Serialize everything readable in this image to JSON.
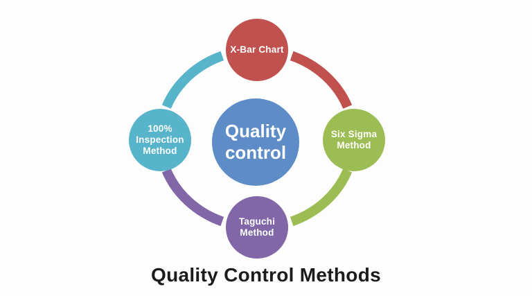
{
  "title": "Quality Control Methods",
  "title_color": "#1c1c1c",
  "background": "#fdfdfd",
  "text_color": "#ffffff",
  "center_node": {
    "id": "quality-control",
    "lines": [
      "Quality",
      "control"
    ],
    "color": "#5d8cc7"
  },
  "nodes": [
    {
      "id": "x-bar-chart",
      "position": "top",
      "color": "#c0514e",
      "lines": [
        "X-Bar Chart"
      ]
    },
    {
      "id": "six-sigma-method",
      "position": "right",
      "color": "#9cbd53",
      "lines": [
        "Six Sigma",
        "Method"
      ]
    },
    {
      "id": "taguchi-method",
      "position": "bottom",
      "color": "#8166a8",
      "lines": [
        "Taguchi",
        "Method"
      ]
    },
    {
      "id": "inspection-method",
      "position": "left",
      "color": "#58b4cb",
      "lines": [
        "100%",
        "Inspection",
        "Method"
      ]
    }
  ],
  "arcs": [
    {
      "from": "inspection-method",
      "to": "x-bar-chart",
      "color": "#58b4cb"
    },
    {
      "from": "x-bar-chart",
      "to": "six-sigma-method",
      "color": "#c0514e"
    },
    {
      "from": "six-sigma-method",
      "to": "taguchi-method",
      "color": "#9cbd53"
    },
    {
      "from": "taguchi-method",
      "to": "inspection-method",
      "color": "#8166a8"
    }
  ]
}
